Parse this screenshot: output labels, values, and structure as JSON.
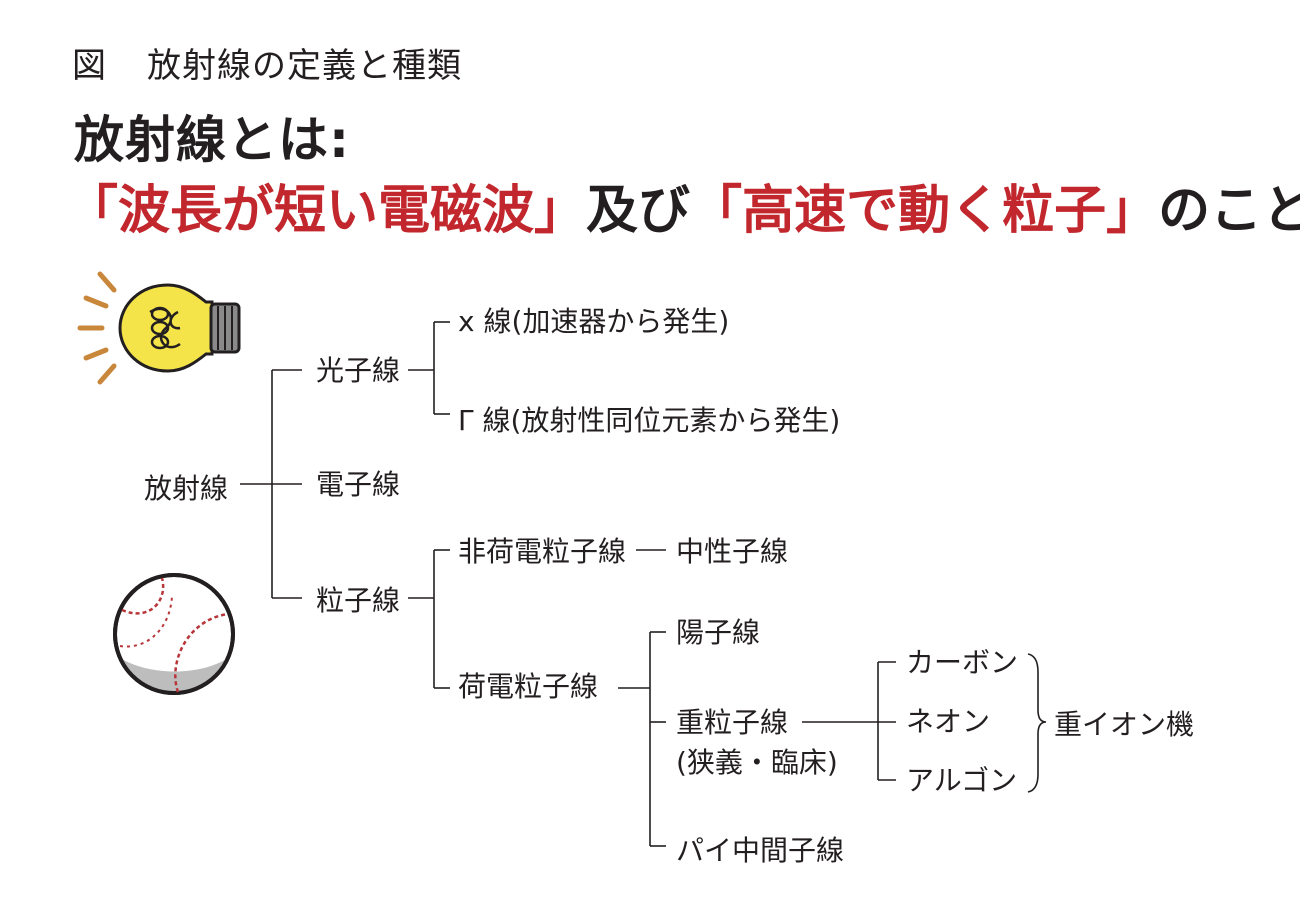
{
  "figure_title": {
    "prefix": "図",
    "text": "放射線の定義と種類"
  },
  "headline": "放射線とは:",
  "definition": {
    "bracket_open_1": "「",
    "part1": "波長が短い電磁波",
    "bracket_close_1": "」",
    "connector": "及び",
    "bracket_open_2": "「",
    "part2": "高速で動く粒子",
    "bracket_close_2": "」",
    "suffix": "のこと"
  },
  "tree": {
    "root": "放射線",
    "photon": "光子線",
    "xray": "x 線(加速器から発生)",
    "gamma": "Γ 線(放射性同位元素から発生)",
    "electron": "電子線",
    "particle": "粒子線",
    "non_charged": "非荷電粒子線",
    "neutron": "中性子線",
    "charged": "荷電粒子線",
    "proton": "陽子線",
    "heavy": "重粒子線",
    "heavy_note": "(狭義・臨床)",
    "carbon": "カーボン",
    "neon": "ネオン",
    "argon": "アルゴン",
    "heavy_ion": "重イオン機",
    "pion": "パイ中間子線"
  },
  "colors": {
    "accent_red": "#c1272d",
    "text": "#231f20",
    "bulb_yellow": "#f4e44a",
    "ray_orange": "#c8873a",
    "ball_stitch": "#b8363a"
  },
  "icons": [
    "light-bulb-icon",
    "baseball-icon"
  ]
}
